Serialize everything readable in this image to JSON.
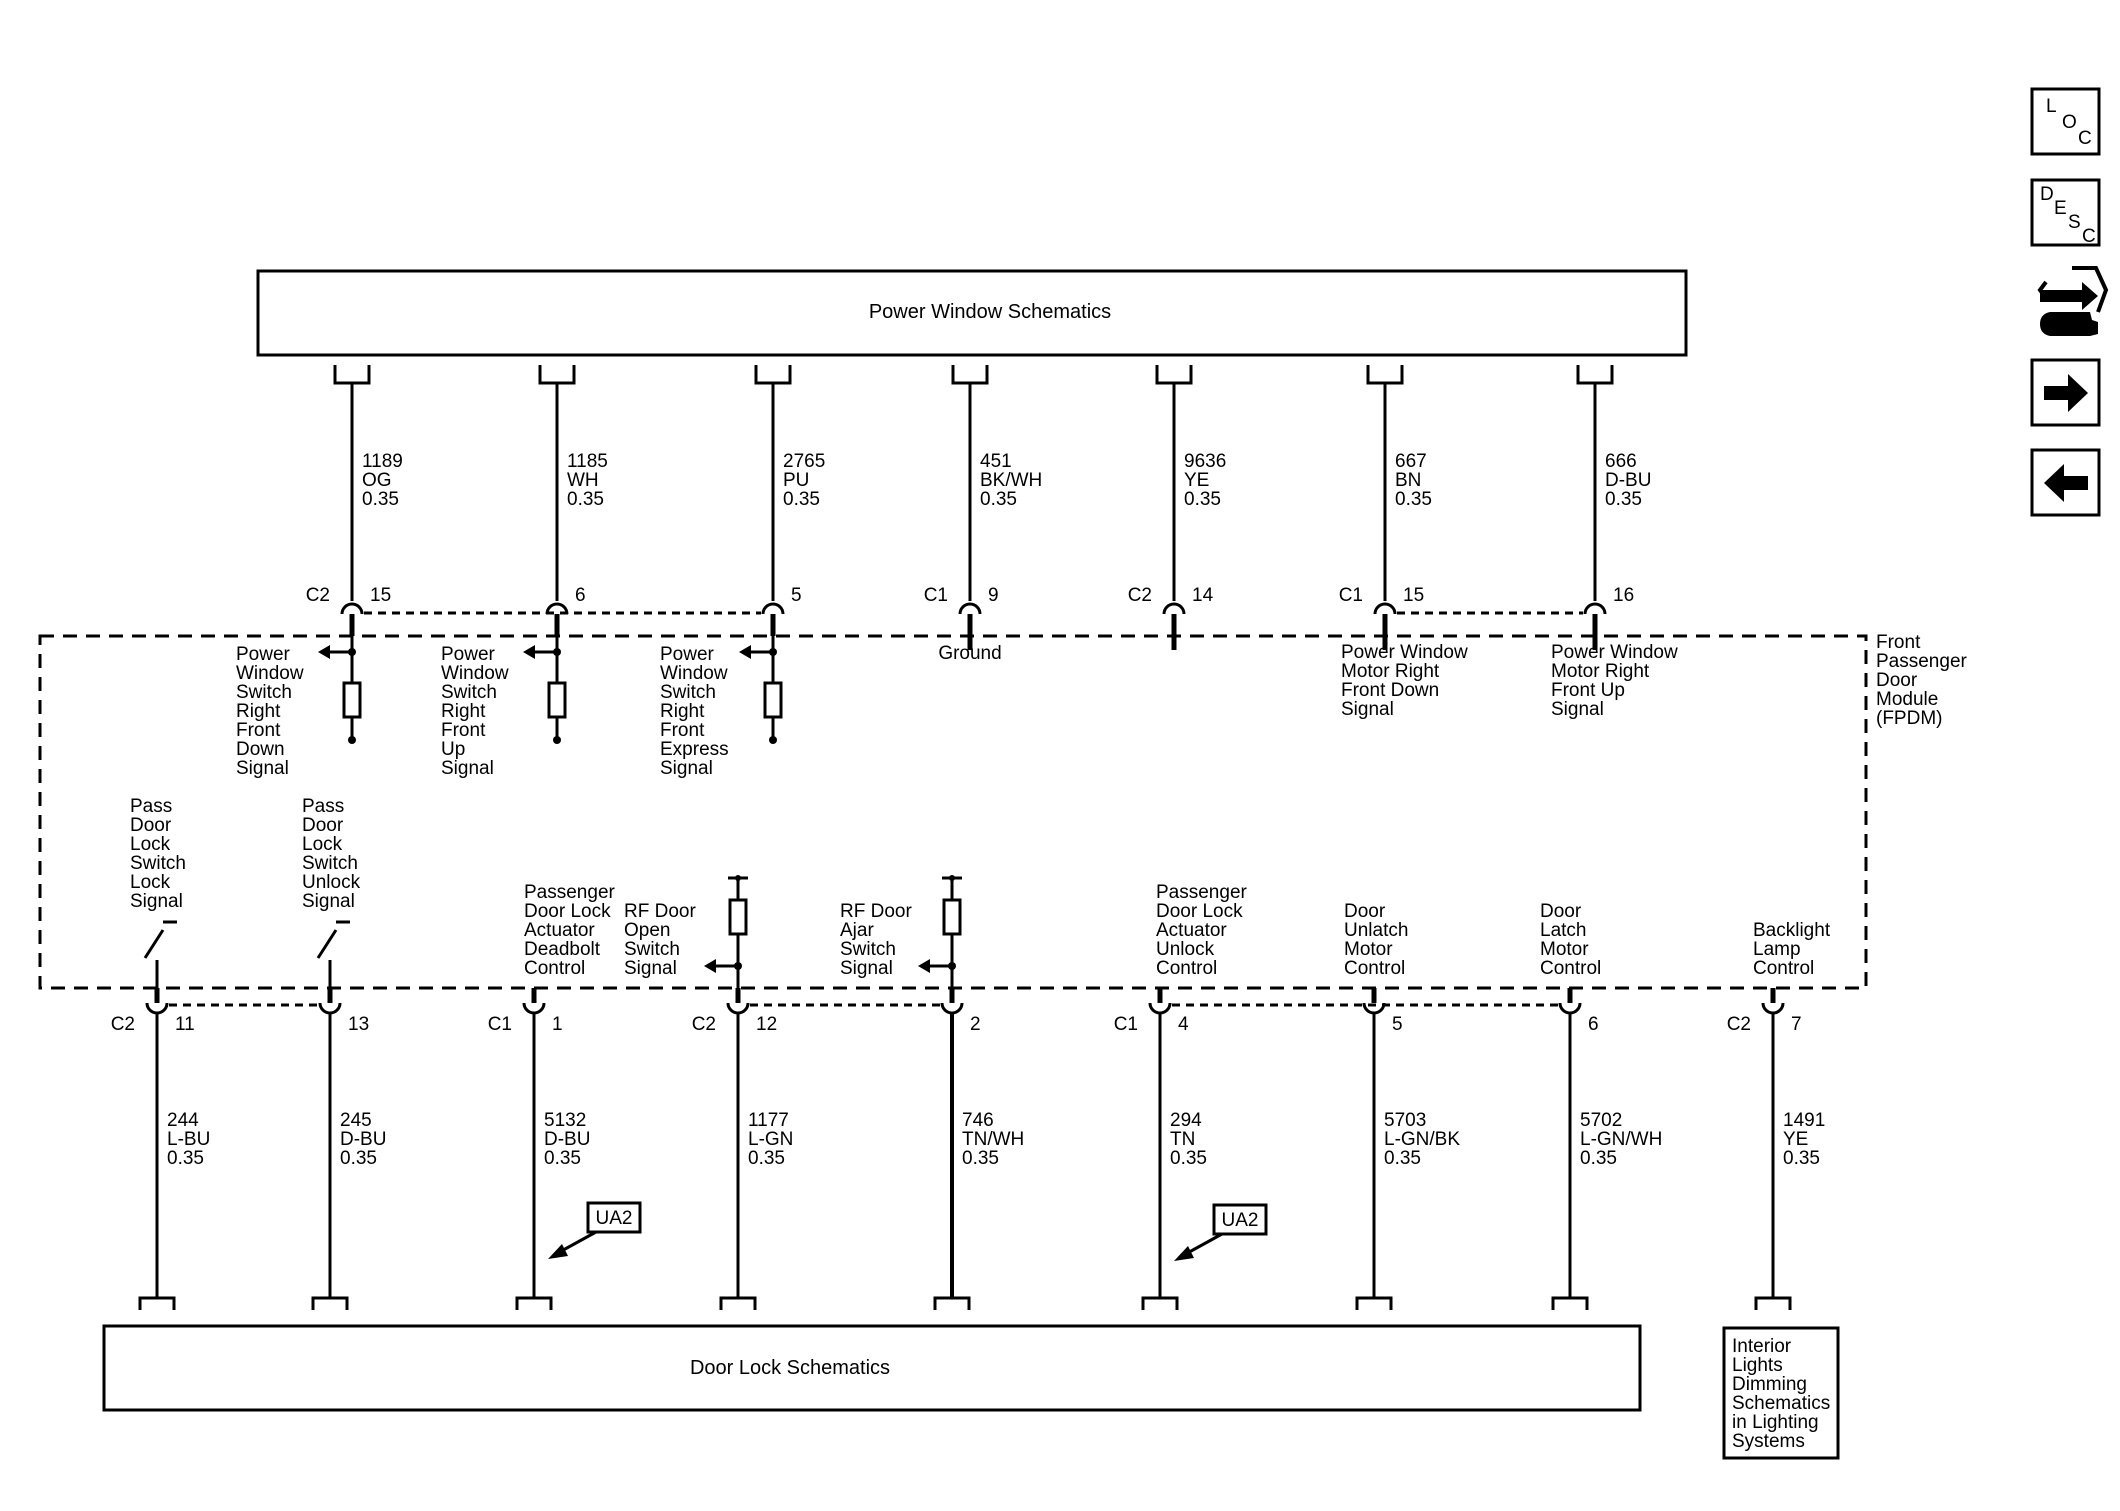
{
  "power_window_box": {
    "title": "Power Window Schematics"
  },
  "door_lock_box": {
    "title": "Door Lock Schematics"
  },
  "interior_box": {
    "lines": [
      "Interior",
      "Lights",
      "Dimming",
      "Schematics",
      "in Lighting",
      "Systems"
    ]
  },
  "module": {
    "label_lines": [
      "Front",
      "Passenger",
      "Door",
      "Module",
      "(FPDM)"
    ]
  },
  "ground_label": "Ground",
  "top_wires": [
    {
      "circuit": "1189",
      "color": "OG",
      "gauge": "0.35",
      "connector": "C2",
      "pin": "15",
      "signal_lines": [
        "Power",
        "Window",
        "Switch",
        "Right",
        "Front",
        "Down",
        "Signal"
      ]
    },
    {
      "circuit": "1185",
      "color": "WH",
      "gauge": "0.35",
      "connector": "",
      "pin": "6",
      "signal_lines": [
        "Power",
        "Window",
        "Switch",
        "Right",
        "Front",
        "Up",
        "Signal"
      ]
    },
    {
      "circuit": "2765",
      "color": "PU",
      "gauge": "0.35",
      "connector": "",
      "pin": "5",
      "signal_lines": [
        "Power",
        "Window",
        "Switch",
        "Right",
        "Front",
        "Express",
        "Signal"
      ]
    },
    {
      "circuit": "451",
      "color": "BK/WH",
      "gauge": "0.35",
      "connector": "C1",
      "pin": "9",
      "signal_lines": []
    },
    {
      "circuit": "9636",
      "color": "YE",
      "gauge": "0.35",
      "connector": "C2",
      "pin": "14",
      "signal_lines": []
    },
    {
      "circuit": "667",
      "color": "BN",
      "gauge": "0.35",
      "connector": "C1",
      "pin": "15",
      "signal_lines": [
        "Power Window",
        "Motor Right",
        "Front Down",
        "Signal"
      ]
    },
    {
      "circuit": "666",
      "color": "D-BU",
      "gauge": "0.35",
      "connector": "",
      "pin": "16",
      "signal_lines": [
        "Power Window",
        "Motor Right",
        "Front Up",
        "Signal"
      ]
    }
  ],
  "bottom_wires": [
    {
      "circuit": "244",
      "color": "L-BU",
      "gauge": "0.35",
      "connector": "C2",
      "pin": "11",
      "signal_lines": [
        "Pass",
        "Door",
        "Lock",
        "Switch",
        "Lock",
        "Signal"
      ]
    },
    {
      "circuit": "245",
      "color": "D-BU",
      "gauge": "0.35",
      "connector": "",
      "pin": "13",
      "signal_lines": [
        "Pass",
        "Door",
        "Lock",
        "Switch",
        "Unlock",
        "Signal"
      ]
    },
    {
      "circuit": "5132",
      "color": "D-BU",
      "gauge": "0.35",
      "connector": "C1",
      "pin": "1",
      "signal_lines": [
        "Passenger",
        "Door Lock",
        "Actuator",
        "Deadbolt",
        "Control"
      ]
    },
    {
      "circuit": "1177",
      "color": "L-GN",
      "gauge": "0.35",
      "connector": "C2",
      "pin": "12",
      "signal_lines": [
        "RF Door",
        "Open",
        "Switch",
        "Signal"
      ]
    },
    {
      "circuit": "746",
      "color": "TN/WH",
      "gauge": "0.35",
      "connector": "",
      "pin": "2",
      "signal_lines": [
        "RF Door",
        "Ajar",
        "Switch",
        "Signal"
      ]
    },
    {
      "circuit": "294",
      "color": "TN",
      "gauge": "0.35",
      "connector": "C1",
      "pin": "4",
      "signal_lines": [
        "Passenger",
        "Door Lock",
        "Actuator",
        "Unlock",
        "Control"
      ]
    },
    {
      "circuit": "5703",
      "color": "L-GN/BK",
      "gauge": "0.35",
      "connector": "",
      "pin": "5",
      "signal_lines": [
        "Door",
        "Unlatch",
        "Motor",
        "Control"
      ]
    },
    {
      "circuit": "5702",
      "color": "L-GN/WH",
      "gauge": "0.35",
      "connector": "",
      "pin": "6",
      "signal_lines": [
        "Door",
        "Latch",
        "Motor",
        "Control"
      ]
    },
    {
      "circuit": "1491",
      "color": "YE",
      "gauge": "0.35",
      "connector": "C2",
      "pin": "7",
      "signal_lines": [
        "Backlight",
        "Lamp",
        "Control"
      ]
    }
  ],
  "references": [
    {
      "label": "UA2"
    },
    {
      "label": "UA2"
    }
  ],
  "nav": {
    "loc": {
      "letters": [
        "L",
        "O",
        "C"
      ]
    },
    "desc": {
      "letters": [
        "D",
        "E",
        "S",
        "C"
      ]
    },
    "icons": [
      "connector-icon",
      "forward-arrow-icon",
      "back-arrow-icon"
    ]
  }
}
